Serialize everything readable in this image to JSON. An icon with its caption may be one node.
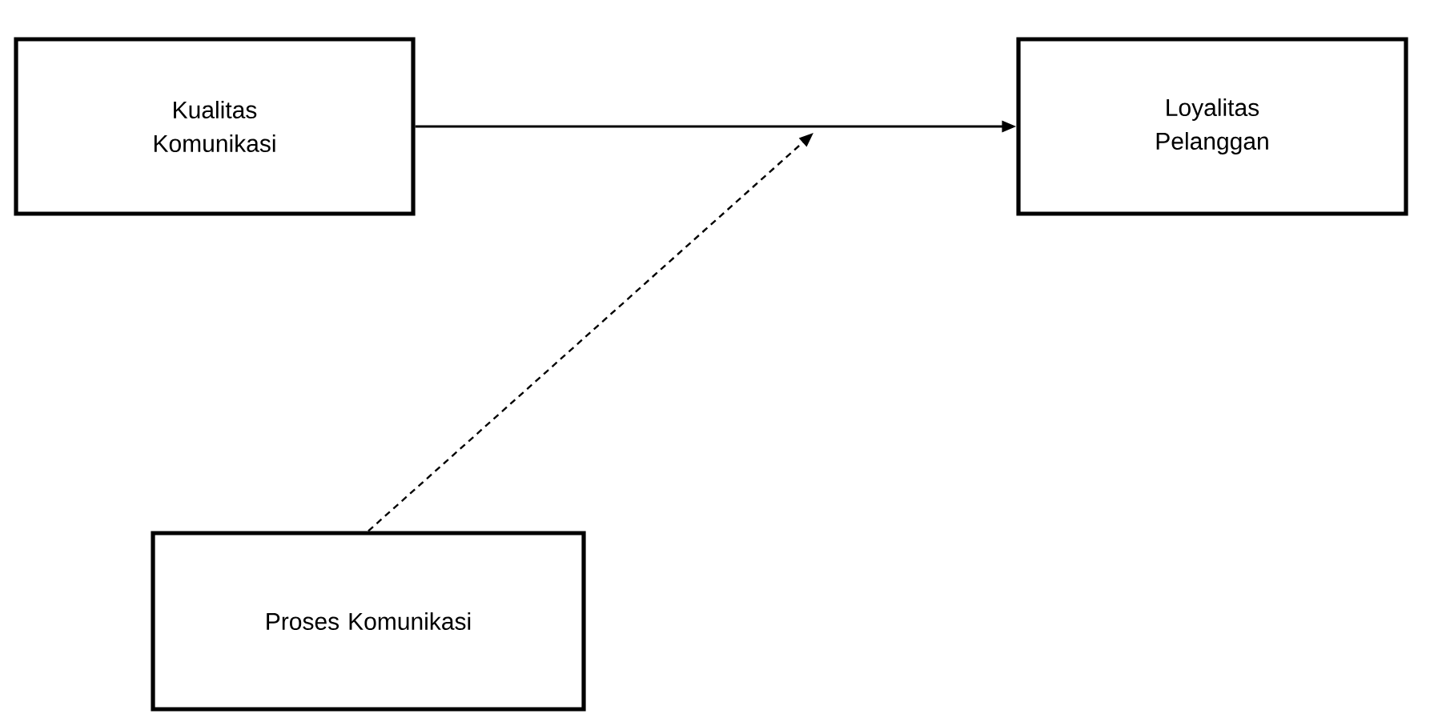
{
  "diagram": {
    "nodes": [
      {
        "text": [
          "Kualitas Komunikasi"
        ]
      },
      {
        "text": [
          "Loyalitas Pelanggan"
        ]
      },
      {
        "text": [
          "Proses Komunikasi"
        ]
      }
    ],
    "edges": [
      {
        "from": 0,
        "to": 1,
        "arrow": "to"
      },
      {
        "from": 2,
        "to": null,
        "arrow": "to",
        "style": "dashed"
      }
    ]
  }
}
